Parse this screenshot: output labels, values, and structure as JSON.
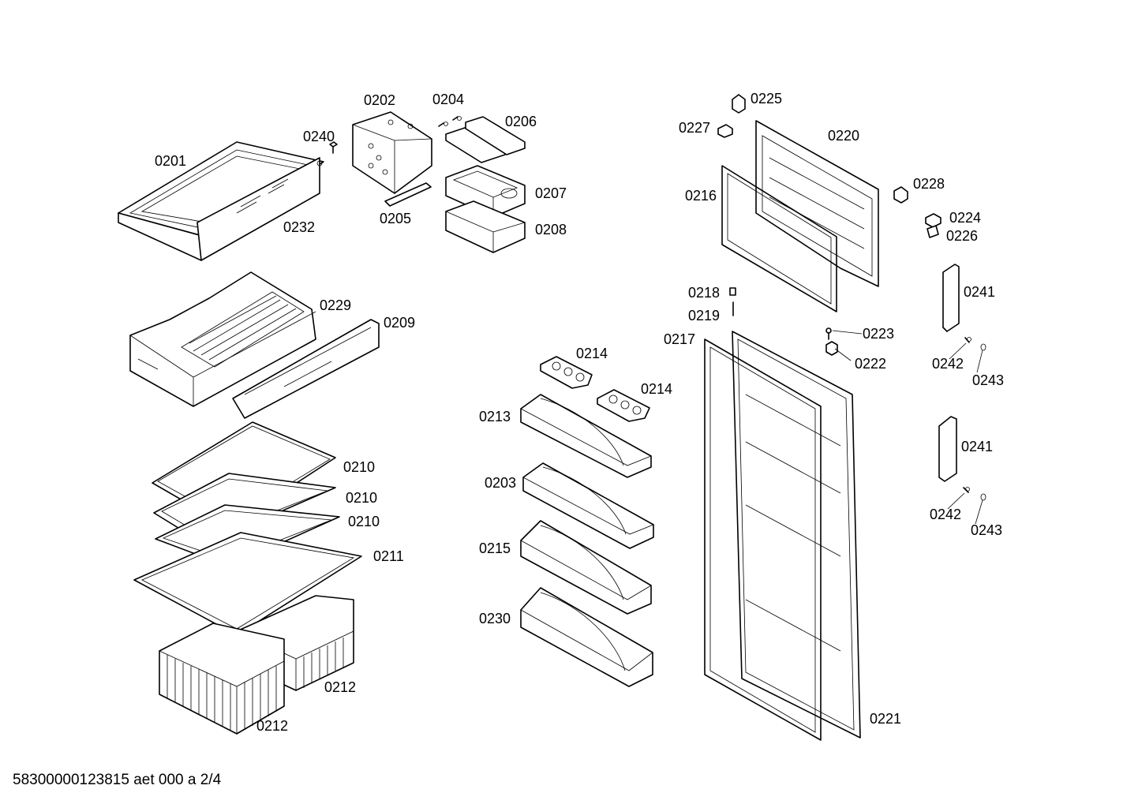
{
  "diagram": {
    "labels": [
      {
        "id": "l0201",
        "text": "0201"
      },
      {
        "id": "l0202",
        "text": "0202"
      },
      {
        "id": "l0204",
        "text": "0204"
      },
      {
        "id": "l0206",
        "text": "0206"
      },
      {
        "id": "l0240",
        "text": "0240"
      },
      {
        "id": "l0207",
        "text": "0207"
      },
      {
        "id": "l0205",
        "text": "0205"
      },
      {
        "id": "l0208",
        "text": "0208"
      },
      {
        "id": "l0232",
        "text": "0232"
      },
      {
        "id": "l0229",
        "text": "0229"
      },
      {
        "id": "l0209",
        "text": "0209"
      },
      {
        "id": "l0210a",
        "text": "0210"
      },
      {
        "id": "l0210b",
        "text": "0210"
      },
      {
        "id": "l0210c",
        "text": "0210"
      },
      {
        "id": "l0211",
        "text": "0211"
      },
      {
        "id": "l0212a",
        "text": "0212"
      },
      {
        "id": "l0212b",
        "text": "0212"
      },
      {
        "id": "l0214a",
        "text": "0214"
      },
      {
        "id": "l0214b",
        "text": "0214"
      },
      {
        "id": "l0213",
        "text": "0213"
      },
      {
        "id": "l0203",
        "text": "0203"
      },
      {
        "id": "l0215",
        "text": "0215"
      },
      {
        "id": "l0230",
        "text": "0230"
      },
      {
        "id": "l0225",
        "text": "0225"
      },
      {
        "id": "l0227",
        "text": "0227"
      },
      {
        "id": "l0220",
        "text": "0220"
      },
      {
        "id": "l0216",
        "text": "0216"
      },
      {
        "id": "l0228",
        "text": "0228"
      },
      {
        "id": "l0224",
        "text": "0224"
      },
      {
        "id": "l0226",
        "text": "0226"
      },
      {
        "id": "l0218",
        "text": "0218"
      },
      {
        "id": "l0219",
        "text": "0219"
      },
      {
        "id": "l0217",
        "text": "0217"
      },
      {
        "id": "l0223",
        "text": "0223"
      },
      {
        "id": "l0222",
        "text": "0222"
      },
      {
        "id": "l0241a",
        "text": "0241"
      },
      {
        "id": "l0242a",
        "text": "0242"
      },
      {
        "id": "l0243a",
        "text": "0243"
      },
      {
        "id": "l0241b",
        "text": "0241"
      },
      {
        "id": "l0242b",
        "text": "0242"
      },
      {
        "id": "l0243b",
        "text": "0243"
      },
      {
        "id": "l0221",
        "text": "0221"
      }
    ]
  },
  "footer": {
    "text": "58300000123815 aet 000 a 2/4"
  }
}
